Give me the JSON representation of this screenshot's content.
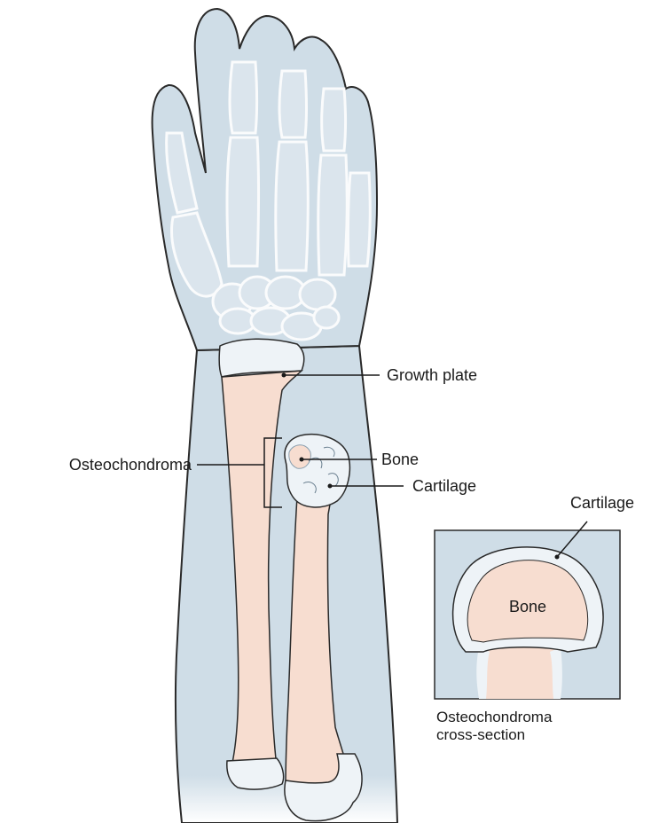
{
  "labels": {
    "growth_plate": "Growth plate",
    "osteochondroma": "Osteochondroma",
    "bone": "Bone",
    "cartilage": "Cartilage"
  },
  "inset": {
    "cartilage": "Cartilage",
    "bone": "Bone",
    "caption_line1": "Osteochondroma",
    "caption_line2": "cross-section"
  },
  "colors": {
    "skin": "#cfdde7",
    "skin_edge": "#2a2a2a",
    "hand_bone": "#dde6ee",
    "bone": "#f7ddd0",
    "cartilage": "#eef3f7",
    "line": "#1a1a1a"
  }
}
